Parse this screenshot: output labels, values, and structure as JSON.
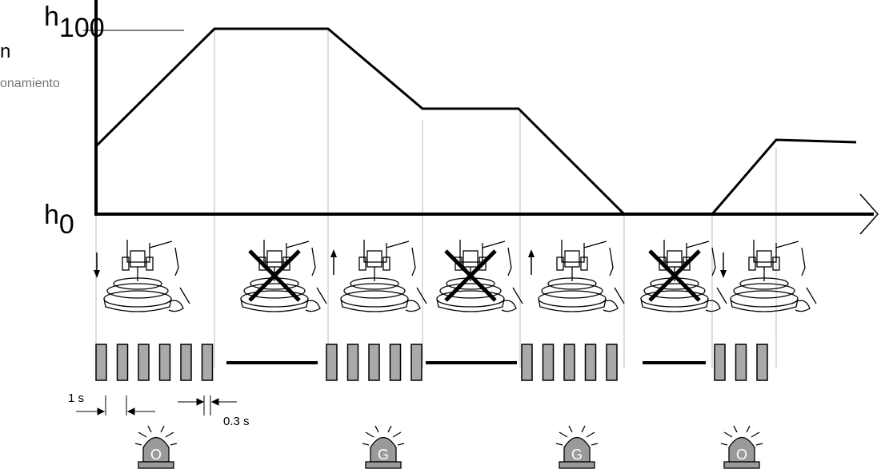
{
  "labels": {
    "h100_base": "h",
    "h100_sub": "100",
    "h0_base": "h",
    "h0_sub": "0",
    "cut_left_top": "n",
    "cut_left_bottom": "onamiento"
  },
  "timing": {
    "pulse_period": "1 s",
    "pulse_gap": "0.3 s"
  },
  "phases": [
    {
      "direction": "down",
      "motion_allowed": true
    },
    {
      "direction": "none",
      "motion_allowed": false
    },
    {
      "direction": "up",
      "motion_allowed": true
    },
    {
      "direction": "none",
      "motion_allowed": false
    },
    {
      "direction": "up",
      "motion_allowed": true
    },
    {
      "direction": "none",
      "motion_allowed": false
    },
    {
      "direction": "down",
      "motion_allowed": true
    }
  ],
  "pulse_groups": [
    {
      "count": 6
    },
    {
      "count": 5
    },
    {
      "count": 5
    },
    {
      "count": 3
    }
  ],
  "beacons": [
    {
      "letter": "O",
      "color": "#9a9a9a"
    },
    {
      "letter": "G",
      "color": "#9a9a9a"
    },
    {
      "letter": "G",
      "color": "#9a9a9a"
    },
    {
      "letter": "O",
      "color": "#9a9a9a"
    }
  ],
  "colors": {
    "line": "#000000",
    "guide": "#bdbdbd",
    "pulse_fill": "#a9a9a9",
    "beacon_fill": "#9a9a9a"
  }
}
